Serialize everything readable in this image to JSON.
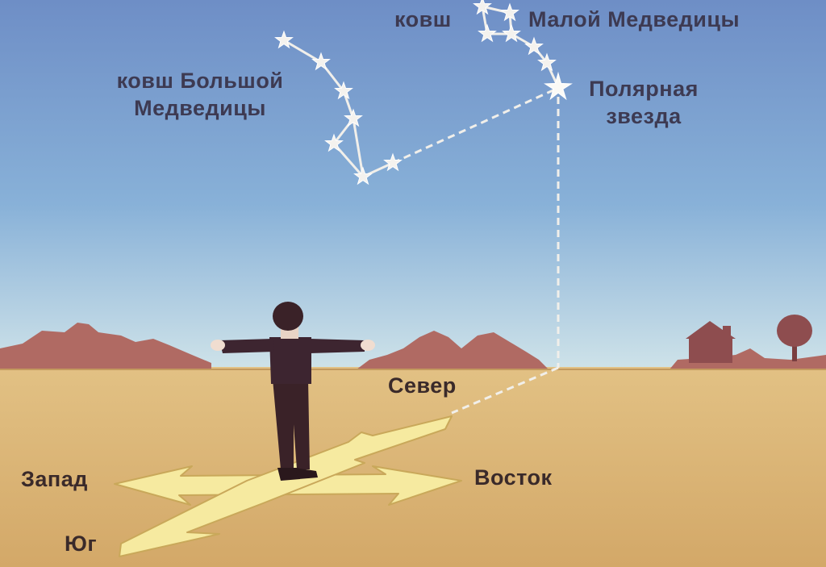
{
  "labels": {
    "big_dipper": [
      "ковш Большой",
      "Медведицы"
    ],
    "little_dipper": [
      "ковш",
      "Малой Медведицы"
    ],
    "polaris": [
      "Полярная",
      "звезда"
    ],
    "north": "Север",
    "west": "Запад",
    "east": "Восток",
    "south": "Юг"
  },
  "colors": {
    "sky_top": "#6f8fc6",
    "sky_bottom": "#c9dfe8",
    "ground": "#d9b374",
    "hills": "#b06a63",
    "arrows": "#f6eaa0",
    "arrows_outline": "#c9a85a",
    "figure": "#3a2228",
    "stars": "#f4f2ee"
  },
  "icons": {
    "star": "star-icon",
    "house": "house-icon",
    "tree": "tree-icon",
    "person": "person-figure"
  }
}
